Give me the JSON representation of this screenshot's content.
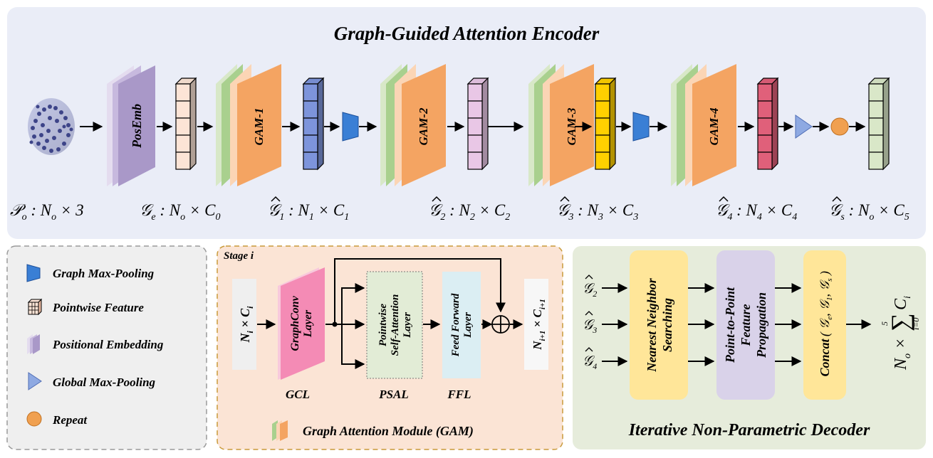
{
  "encoder": {
    "title": "Graph-Guided Attention Encoder",
    "posemb": "PosEmb",
    "gam_labels": [
      "GAM-1",
      "GAM-2",
      "GAM-3",
      "GAM-4"
    ],
    "labels": {
      "po": "𝒫",
      "po_sub": "o",
      "po_rest": " : N",
      "po_rest_sub": "o",
      "po_tail": " × 3",
      "ge": "𝒢",
      "ge_sub": "e",
      "ge_rest": " : N",
      "ge_rest_sub": "o",
      "ge_tail": " × C",
      "ge_tail_sub": "0",
      "g1_tail_sub": "1",
      "g1_sub": "1",
      "g2_sub": "2",
      "g3_sub": "3",
      "g4_sub": "4",
      "gs_sub": "s",
      "gs_rest_sub": "o",
      "gs_tail_sub": "5"
    }
  },
  "legend": {
    "items": [
      "Graph Max-Pooling",
      "Pointwise Feature",
      "Positional Embedding",
      "Global Max-Pooling",
      "Repeat"
    ]
  },
  "gam_module": {
    "stage": "Stage i",
    "input": "N",
    "input_sub": "i",
    "input_tail": " × C",
    "input_tail_sub": "i",
    "output": "N",
    "output_sub": "i+1",
    "output_tail": " × C",
    "output_tail_sub": "i+1",
    "graphconv": [
      "GraphConv",
      "Layer"
    ],
    "psal_box": [
      "Pointwise",
      "Self-Attention",
      "Layer"
    ],
    "ffl_box": [
      "Feed Forward",
      "Layer"
    ],
    "gcl": "GCL",
    "psal": "PSAL",
    "ffl": "FFL",
    "caption_main": "Graph Attention Module (",
    "caption_gam": "GAM",
    "caption_close": ")"
  },
  "decoder": {
    "inputs": [
      {
        "sym": "𝒢",
        "sub": "2"
      },
      {
        "sym": "𝒢",
        "sub": "3"
      },
      {
        "sym": "𝒢",
        "sub": "4"
      }
    ],
    "nns": [
      "Nearest Neighbor",
      "Searching"
    ],
    "ptp": [
      "Point-to-Point",
      "Feature",
      "Propagation"
    ],
    "concat": "Concat",
    "out_n": "N",
    "out_n_sub": "o",
    "out_sum_top": "5",
    "out_sum_bottom": "i=0",
    "out_c": "C",
    "out_c_sub": "i",
    "title": "Iterative Non-Parametric Decoder"
  },
  "colors": {
    "encoder_bg": "#eaedf7",
    "legend_bg": "#efefef",
    "gam_bg": "#fbe4d5",
    "decoder_bg": "#e6ecdb",
    "posemb": "#a998c8",
    "gam_orange": "#f4a462",
    "gam_green": "#a9d08e",
    "blue_feat": "#7d94db",
    "peach_feat": "#fce4d6",
    "pink_feat": "#e9c7e6",
    "yellow_feat": "#ffd000",
    "red_feat": "#e0607a",
    "green_feat": "#d9e7c8",
    "pool_blue": "#3a7fd5",
    "global_pool": "#8ea9e2",
    "repeat": "#f0a050"
  }
}
